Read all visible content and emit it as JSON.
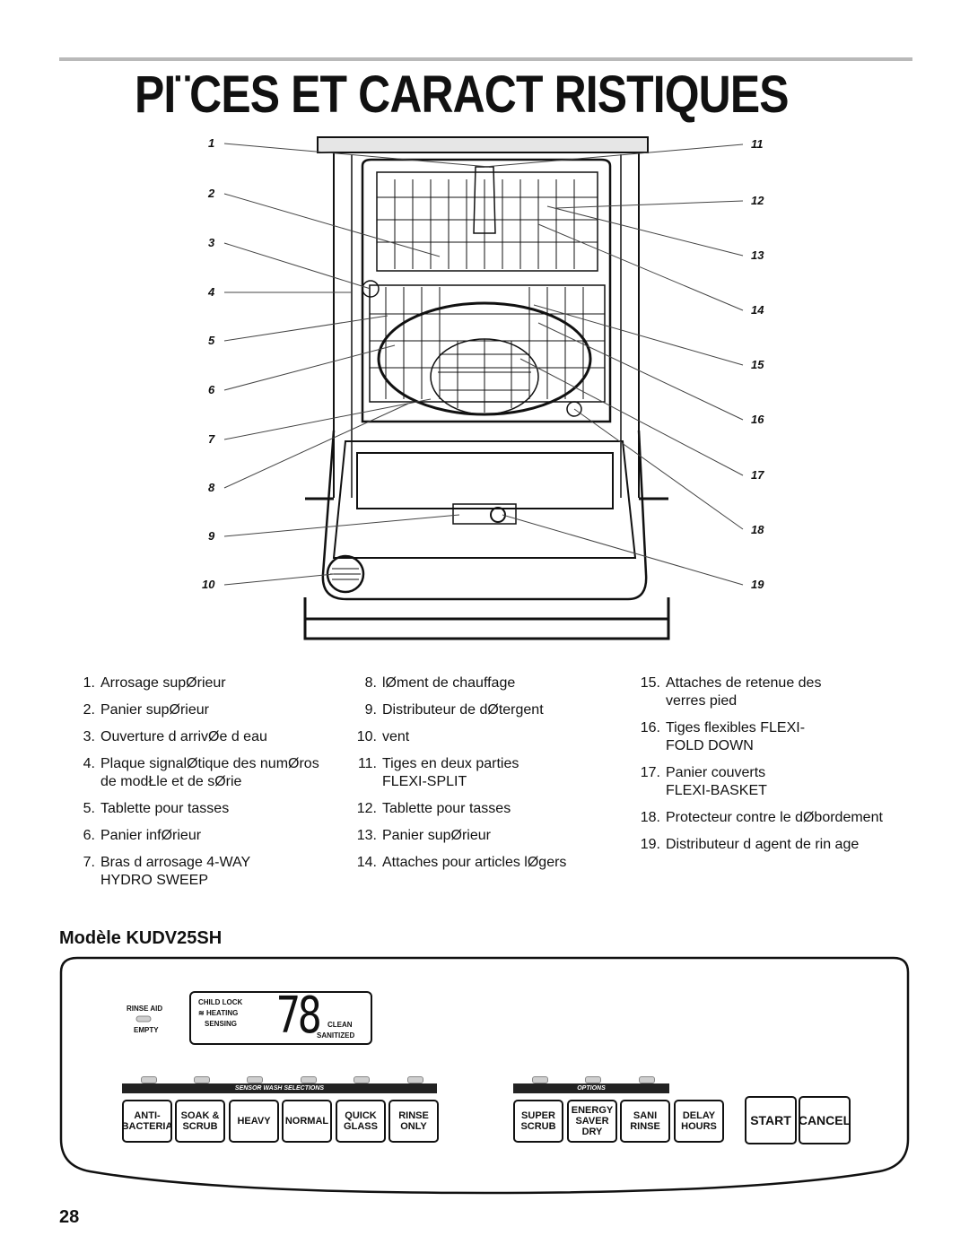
{
  "title": "PI¨CES ET CARACT RISTIQUES",
  "callouts_left": [
    "1",
    "2",
    "3",
    "4",
    "5",
    "6",
    "7",
    "8",
    "9",
    "10"
  ],
  "callouts_right": [
    "11",
    "12",
    "13",
    "14",
    "15",
    "16",
    "17",
    "18",
    "19"
  ],
  "parts": {
    "col1": [
      {
        "n": "1.",
        "t": "Arrosage supØrieur"
      },
      {
        "n": "2.",
        "t": "Panier supØrieur"
      },
      {
        "n": "3.",
        "t": "Ouverture d arrivØe d eau"
      },
      {
        "n": "4.",
        "t": "Plaque signalØtique des numØros  de modŁle et de sØrie"
      },
      {
        "n": "5.",
        "t": "Tablette pour tasses"
      },
      {
        "n": "6.",
        "t": "Panier infØrieur"
      },
      {
        "n": "7.",
        "t": "Bras d arrosage 4-WAY HYDRO SWEEP"
      }
    ],
    "col2": [
      {
        "n": "8.",
        "t": " lØment de chauffage"
      },
      {
        "n": "9.",
        "t": "Distributeur de dØtergent"
      },
      {
        "n": "10.",
        "t": " vent"
      },
      {
        "n": "11.",
        "t": "Tiges en deux parties FLEXI-SPLIT"
      },
      {
        "n": "12.",
        "t": "Tablette pour tasses"
      },
      {
        "n": "13.",
        "t": "Panier supØrieur"
      },
      {
        "n": "14.",
        "t": "Attaches pour articles lØgers"
      }
    ],
    "col3": [
      {
        "n": "15.",
        "t": "Attaches de retenue des verres   pied"
      },
      {
        "n": "16.",
        "t": "Tiges flexibles FLEXI-FOLD DOWN"
      },
      {
        "n": "17.",
        "t": "Panier   couverts FLEXI-BASKET"
      },
      {
        "n": "18.",
        "t": "Protecteur contre le dØbordement"
      },
      {
        "n": "19.",
        "t": "Distributeur d agent de rin age"
      }
    ]
  },
  "model": "Modèle KUDV25SH",
  "control_panel": {
    "rinse_aid": "RINSE AID",
    "empty": "EMPTY",
    "child_lock": "CHILD LOCK",
    "heating": "HEATING",
    "sensing": "SENSING",
    "display": "78",
    "clean": "CLEAN",
    "sanitized": "SANITIZED",
    "sensor_bar": "SENSOR WASH SELECTIONS",
    "options_bar": "OPTIONS",
    "wash_buttons": [
      "ANTI- BACTERIA",
      "SOAK & SCRUB",
      "HEAVY",
      "NORMAL",
      "QUICK GLASS",
      "RINSE ONLY"
    ],
    "option_buttons": [
      "SUPER SCRUB",
      "ENERGY SAVER DRY",
      "SANI RINSE",
      "DELAY HOURS"
    ],
    "start": "START",
    "cancel": "CANCEL"
  },
  "page_number": "28"
}
